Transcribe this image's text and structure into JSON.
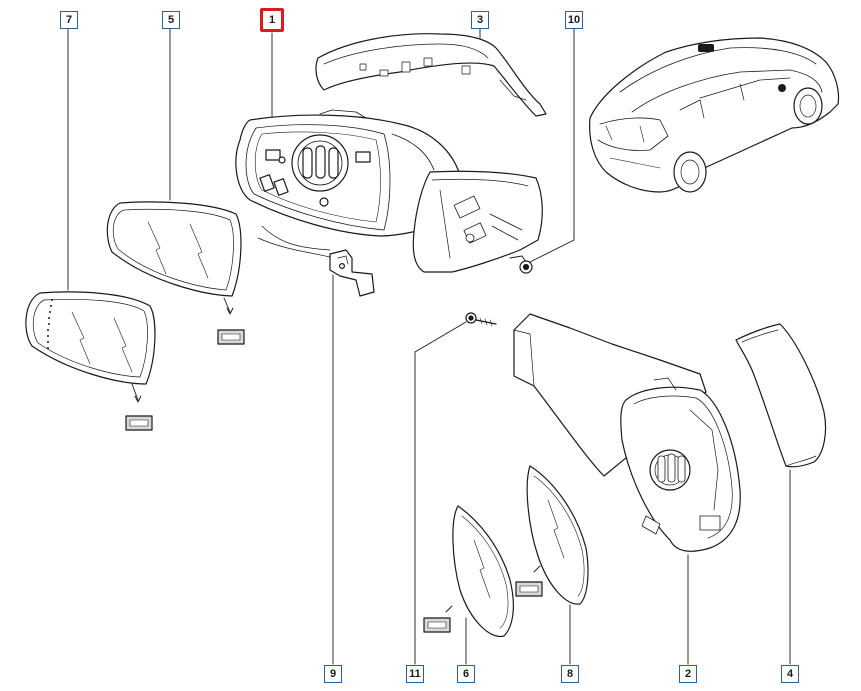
{
  "diagram": {
    "callouts": [
      "7",
      "5",
      "1",
      "3",
      "10",
      "11",
      "9",
      "6",
      "8",
      "2",
      "4"
    ],
    "highlighted_callout": "1",
    "colors": {
      "line": "#1a1a1a",
      "callout_border": "#2f5f8f",
      "highlight": "#d91c24",
      "part_fill": "#ffffff",
      "shade": "#d9d9d9"
    }
  }
}
